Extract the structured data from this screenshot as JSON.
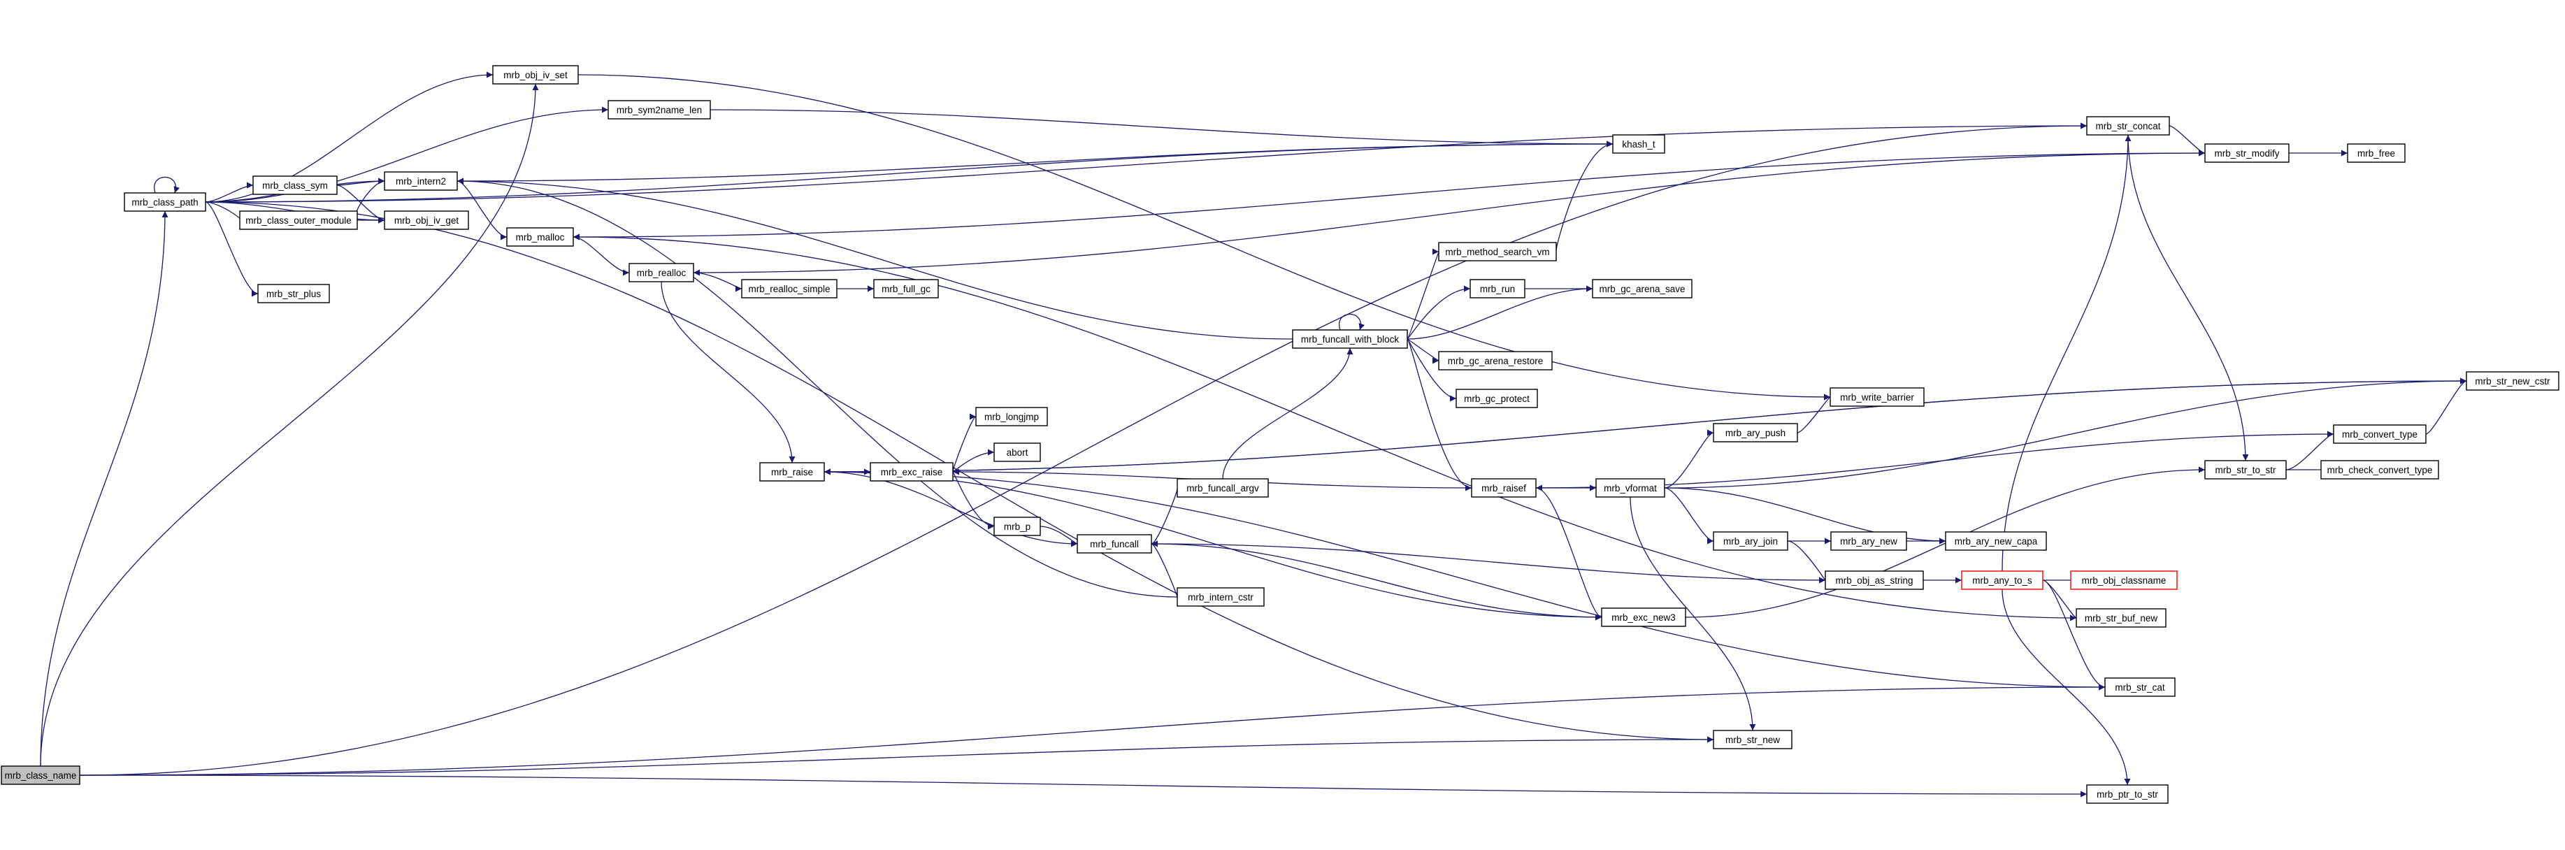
{
  "colors": {
    "edge": "#191970",
    "node_border": "#000000",
    "root_fill": "#bfbfbf",
    "truncated_border": "#ff0000"
  },
  "nodes": [
    {
      "id": "mrb_class_name",
      "label": "mrb_class_name",
      "root": true
    },
    {
      "id": "mrb_class_path",
      "label": "mrb_class_path"
    },
    {
      "id": "mrb_class_sym",
      "label": "mrb_class_sym"
    },
    {
      "id": "mrb_class_outer_module",
      "label": "mrb_class_outer_module"
    },
    {
      "id": "mrb_str_plus",
      "label": "mrb_str_plus"
    },
    {
      "id": "mrb_obj_iv_set",
      "label": "mrb_obj_iv_set"
    },
    {
      "id": "mrb_sym2name_len",
      "label": "mrb_sym2name_len"
    },
    {
      "id": "mrb_intern2",
      "label": "mrb_intern2"
    },
    {
      "id": "mrb_obj_iv_get",
      "label": "mrb_obj_iv_get"
    },
    {
      "id": "mrb_malloc",
      "label": "mrb_malloc"
    },
    {
      "id": "mrb_realloc",
      "label": "mrb_realloc"
    },
    {
      "id": "mrb_realloc_simple",
      "label": "mrb_realloc_simple"
    },
    {
      "id": "mrb_full_gc",
      "label": "mrb_full_gc"
    },
    {
      "id": "mrb_raise",
      "label": "mrb_raise"
    },
    {
      "id": "mrb_exc_raise",
      "label": "mrb_exc_raise"
    },
    {
      "id": "mrb_longjmp",
      "label": "mrb_longjmp"
    },
    {
      "id": "abort",
      "label": "abort"
    },
    {
      "id": "mrb_p",
      "label": "mrb_p"
    },
    {
      "id": "mrb_funcall",
      "label": "mrb_funcall"
    },
    {
      "id": "mrb_funcall_argv",
      "label": "mrb_funcall_argv"
    },
    {
      "id": "mrb_intern_cstr",
      "label": "mrb_intern_cstr"
    },
    {
      "id": "mrb_funcall_with_block",
      "label": "mrb_funcall_with_block"
    },
    {
      "id": "mrb_method_search_vm",
      "label": "mrb_method_search_vm"
    },
    {
      "id": "mrb_run",
      "label": "mrb_run"
    },
    {
      "id": "mrb_gc_arena_save",
      "label": "mrb_gc_arena_save"
    },
    {
      "id": "mrb_gc_arena_restore",
      "label": "mrb_gc_arena_restore"
    },
    {
      "id": "mrb_gc_protect",
      "label": "mrb_gc_protect"
    },
    {
      "id": "khash_t",
      "label": "khash_t"
    },
    {
      "id": "mrb_write_barrier",
      "label": "mrb_write_barrier"
    },
    {
      "id": "mrb_raisef",
      "label": "mrb_raisef"
    },
    {
      "id": "mrb_vformat",
      "label": "mrb_vformat"
    },
    {
      "id": "mrb_ary_push",
      "label": "mrb_ary_push"
    },
    {
      "id": "mrb_ary_join",
      "label": "mrb_ary_join"
    },
    {
      "id": "mrb_ary_new",
      "label": "mrb_ary_new"
    },
    {
      "id": "mrb_ary_new_capa",
      "label": "mrb_ary_new_capa"
    },
    {
      "id": "mrb_obj_as_string",
      "label": "mrb_obj_as_string"
    },
    {
      "id": "mrb_exc_new3",
      "label": "mrb_exc_new3"
    },
    {
      "id": "mrb_str_new",
      "label": "mrb_str_new"
    },
    {
      "id": "mrb_str_concat",
      "label": "mrb_str_concat"
    },
    {
      "id": "mrb_str_modify",
      "label": "mrb_str_modify"
    },
    {
      "id": "mrb_free",
      "label": "mrb_free"
    },
    {
      "id": "mrb_str_to_str",
      "label": "mrb_str_to_str"
    },
    {
      "id": "mrb_convert_type",
      "label": "mrb_convert_type"
    },
    {
      "id": "mrb_check_convert_type",
      "label": "mrb_check_convert_type"
    },
    {
      "id": "mrb_str_new_cstr",
      "label": "mrb_str_new_cstr"
    },
    {
      "id": "mrb_any_to_s",
      "label": "mrb_any_to_s",
      "truncated": true
    },
    {
      "id": "mrb_obj_classname",
      "label": "mrb_obj_classname",
      "truncated": true
    },
    {
      "id": "mrb_str_buf_new",
      "label": "mrb_str_buf_new"
    },
    {
      "id": "mrb_str_cat",
      "label": "mrb_str_cat"
    },
    {
      "id": "mrb_ptr_to_str",
      "label": "mrb_ptr_to_str"
    }
  ],
  "edges": [
    [
      "mrb_class_name",
      "mrb_class_path"
    ],
    [
      "mrb_class_name",
      "mrb_obj_iv_set"
    ],
    [
      "mrb_class_name",
      "mrb_str_concat"
    ],
    [
      "mrb_class_name",
      "mrb_str_new"
    ],
    [
      "mrb_class_name",
      "mrb_str_cat"
    ],
    [
      "mrb_class_name",
      "mrb_ptr_to_str"
    ],
    [
      "mrb_class_path",
      "mrb_class_path"
    ],
    [
      "mrb_class_path",
      "mrb_class_sym"
    ],
    [
      "mrb_class_path",
      "mrb_class_outer_module"
    ],
    [
      "mrb_class_path",
      "mrb_intern2"
    ],
    [
      "mrb_class_path",
      "mrb_obj_iv_get"
    ],
    [
      "mrb_class_path",
      "mrb_str_plus"
    ],
    [
      "mrb_class_path",
      "mrb_obj_iv_set"
    ],
    [
      "mrb_class_path",
      "mrb_sym2name_len"
    ],
    [
      "mrb_class_path",
      "khash_t"
    ],
    [
      "mrb_class_path",
      "mrb_str_concat"
    ],
    [
      "mrb_class_path",
      "mrb_str_new"
    ],
    [
      "mrb_class_sym",
      "mrb_intern2"
    ],
    [
      "mrb_class_sym",
      "mrb_obj_iv_get"
    ],
    [
      "mrb_class_outer_module",
      "mrb_intern2"
    ],
    [
      "mrb_class_outer_module",
      "mrb_obj_iv_get"
    ],
    [
      "mrb_obj_iv_set",
      "mrb_write_barrier"
    ],
    [
      "mrb_sym2name_len",
      "khash_t"
    ],
    [
      "mrb_intern2",
      "mrb_malloc"
    ],
    [
      "mrb_intern2",
      "khash_t"
    ],
    [
      "mrb_malloc",
      "mrb_realloc"
    ],
    [
      "mrb_realloc",
      "mrb_realloc_simple"
    ],
    [
      "mrb_realloc",
      "mrb_raise"
    ],
    [
      "mrb_realloc_simple",
      "mrb_full_gc"
    ],
    [
      "mrb_raise",
      "mrb_exc_raise"
    ],
    [
      "mrb_raise",
      "mrb_exc_new3"
    ],
    [
      "mrb_raise",
      "mrb_str_new_cstr"
    ],
    [
      "mrb_exc_raise",
      "mrb_longjmp"
    ],
    [
      "mrb_exc_raise",
      "abort"
    ],
    [
      "mrb_exc_raise",
      "mrb_p"
    ],
    [
      "mrb_p",
      "mrb_funcall"
    ],
    [
      "mrb_funcall",
      "mrb_funcall_argv"
    ],
    [
      "mrb_funcall",
      "mrb_intern_cstr"
    ],
    [
      "mrb_funcall",
      "mrb_raise"
    ],
    [
      "mrb_funcall_argv",
      "mrb_funcall_with_block"
    ],
    [
      "mrb_intern_cstr",
      "mrb_intern2"
    ],
    [
      "mrb_funcall_with_block",
      "mrb_funcall_with_block"
    ],
    [
      "mrb_funcall_with_block",
      "mrb_method_search_vm"
    ],
    [
      "mrb_funcall_with_block",
      "mrb_run"
    ],
    [
      "mrb_funcall_with_block",
      "mrb_gc_arena_save"
    ],
    [
      "mrb_funcall_with_block",
      "mrb_gc_arena_restore"
    ],
    [
      "mrb_funcall_with_block",
      "mrb_gc_protect"
    ],
    [
      "mrb_funcall_with_block",
      "mrb_raisef"
    ],
    [
      "mrb_funcall_with_block",
      "mrb_intern2"
    ],
    [
      "mrb_method_search_vm",
      "khash_t"
    ],
    [
      "mrb_run",
      "mrb_gc_arena_save"
    ],
    [
      "mrb_raisef",
      "mrb_vformat"
    ],
    [
      "mrb_raisef",
      "mrb_exc_new3"
    ],
    [
      "mrb_raisef",
      "mrb_exc_raise"
    ],
    [
      "mrb_vformat",
      "mrb_ary_push"
    ],
    [
      "mrb_vformat",
      "mrb_ary_join"
    ],
    [
      "mrb_vformat",
      "mrb_ary_new_capa"
    ],
    [
      "mrb_vformat",
      "mrb_str_new"
    ],
    [
      "mrb_vformat",
      "mrb_str_new_cstr"
    ],
    [
      "mrb_ary_push",
      "mrb_write_barrier"
    ],
    [
      "mrb_ary_join",
      "mrb_ary_new"
    ],
    [
      "mrb_ary_join",
      "mrb_obj_as_string"
    ],
    [
      "mrb_ary_new",
      "mrb_ary_new_capa"
    ],
    [
      "mrb_obj_as_string",
      "mrb_any_to_s"
    ],
    [
      "mrb_obj_as_string",
      "mrb_funcall"
    ],
    [
      "mrb_exc_new3",
      "mrb_funcall"
    ],
    [
      "mrb_exc_new3",
      "mrb_str_to_str"
    ],
    [
      "mrb_str_new_cstr",
      "mrb_raise"
    ],
    [
      "mrb_str_concat",
      "mrb_str_modify"
    ],
    [
      "mrb_str_concat",
      "mrb_str_to_str"
    ],
    [
      "mrb_str_modify",
      "mrb_free"
    ],
    [
      "mrb_str_modify",
      "mrb_malloc"
    ],
    [
      "mrb_str_modify",
      "mrb_realloc"
    ],
    [
      "mrb_str_to_str",
      "mrb_convert_type"
    ],
    [
      "mrb_str_to_str",
      "mrb_check_convert_type"
    ],
    [
      "mrb_convert_type",
      "mrb_str_new_cstr"
    ],
    [
      "mrb_convert_type",
      "mrb_raisef"
    ],
    [
      "mrb_any_to_s",
      "mrb_obj_classname"
    ],
    [
      "mrb_any_to_s",
      "mrb_str_buf_new"
    ],
    [
      "mrb_any_to_s",
      "mrb_str_cat"
    ],
    [
      "mrb_any_to_s",
      "mrb_ptr_to_str"
    ],
    [
      "mrb_any_to_s",
      "mrb_str_concat"
    ],
    [
      "mrb_str_buf_new",
      "mrb_malloc"
    ],
    [
      "mrb_str_cat",
      "mrb_raise"
    ]
  ]
}
